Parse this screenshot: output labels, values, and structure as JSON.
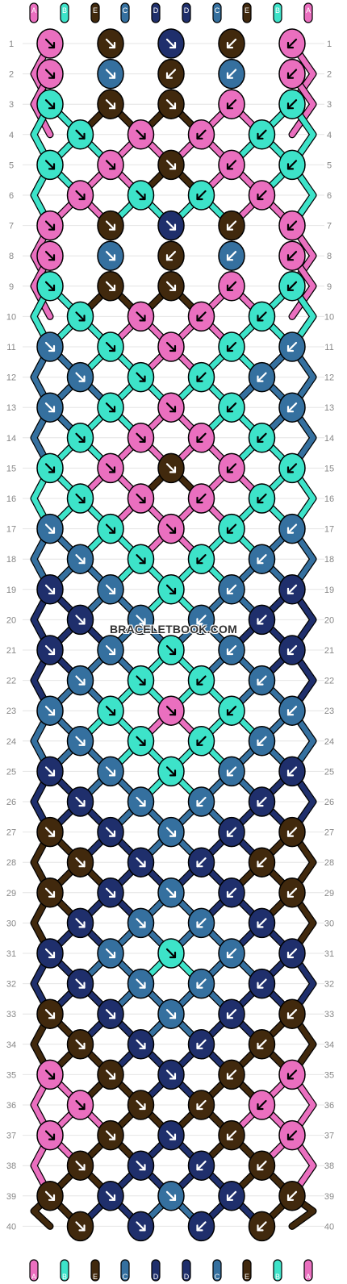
{
  "pattern": {
    "colors": {
      "A": "#ea6fbf",
      "B": "#3de3c9",
      "C": "#35709f",
      "D": "#1f2f6c",
      "E": "#41290d"
    },
    "string_labels": [
      "A",
      "B",
      "E",
      "C",
      "D",
      "D",
      "C",
      "E",
      "B",
      "A"
    ],
    "row_numbers": [
      "1",
      "2",
      "3",
      "4",
      "5",
      "6",
      "7",
      "8",
      "9",
      "10",
      "11",
      "12",
      "13",
      "14",
      "15",
      "16",
      "17",
      "18",
      "19",
      "20",
      "21",
      "22",
      "23",
      "24",
      "25",
      "26",
      "27",
      "28",
      "29",
      "30",
      "31",
      "32",
      "33",
      "34",
      "35",
      "36",
      "37",
      "38",
      "39",
      "40"
    ],
    "watermark_text": "BRACELETBOOK.COM",
    "knot_colors": [
      "AEDEA",
      "ACECA",
      "BEEAB",
      "BAAB",
      "BAEAB",
      "ABBA",
      "AEDEA",
      "ACECA",
      "BEEAB",
      "BAAB",
      "CBABC",
      "CBBC",
      "CBABC",
      "BAAB",
      "BAEAB",
      "BAAB",
      "CBABC",
      "CBBC",
      "DCBCD",
      "DCCD",
      "DCBCD",
      "CBBC",
      "CBABC",
      "CBBC",
      "DCBCD",
      "DCCD",
      "EDCDE",
      "EDDE",
      "EDCDE",
      "DCCD",
      "DCBCD",
      "DCCD",
      "EDCDE",
      "EDDE",
      "AEDEA",
      "AEEA",
      "AEDEA",
      "EDDE",
      "EDCDE",
      "EDDE"
    ],
    "knot_glyphs": [
      "ssbss",
      "bsbs",
      "sbbbs",
      "bssb",
      "bsbsb",
      "sbbs",
      "ssbss",
      "bsbs",
      "sbbbs",
      "bssb",
      "ssbss",
      "bsbs",
      "sbbbs",
      "bssb",
      "bsbsb",
      "sbbs",
      "ssbss",
      "bsbs",
      "ssbss",
      "bsbs",
      "sbbbs",
      "bssb",
      "bsbsb",
      "sbbs",
      "ssbss",
      "bsbs",
      "sbbbs",
      "bssb",
      "bsbsb",
      "sbbs",
      "ssbss",
      "bsbs",
      "sbbbs",
      "bssb",
      "bsbsb",
      "sbbs",
      "ssbss",
      "bsbs",
      "sbbbs",
      "bssb"
    ]
  }
}
